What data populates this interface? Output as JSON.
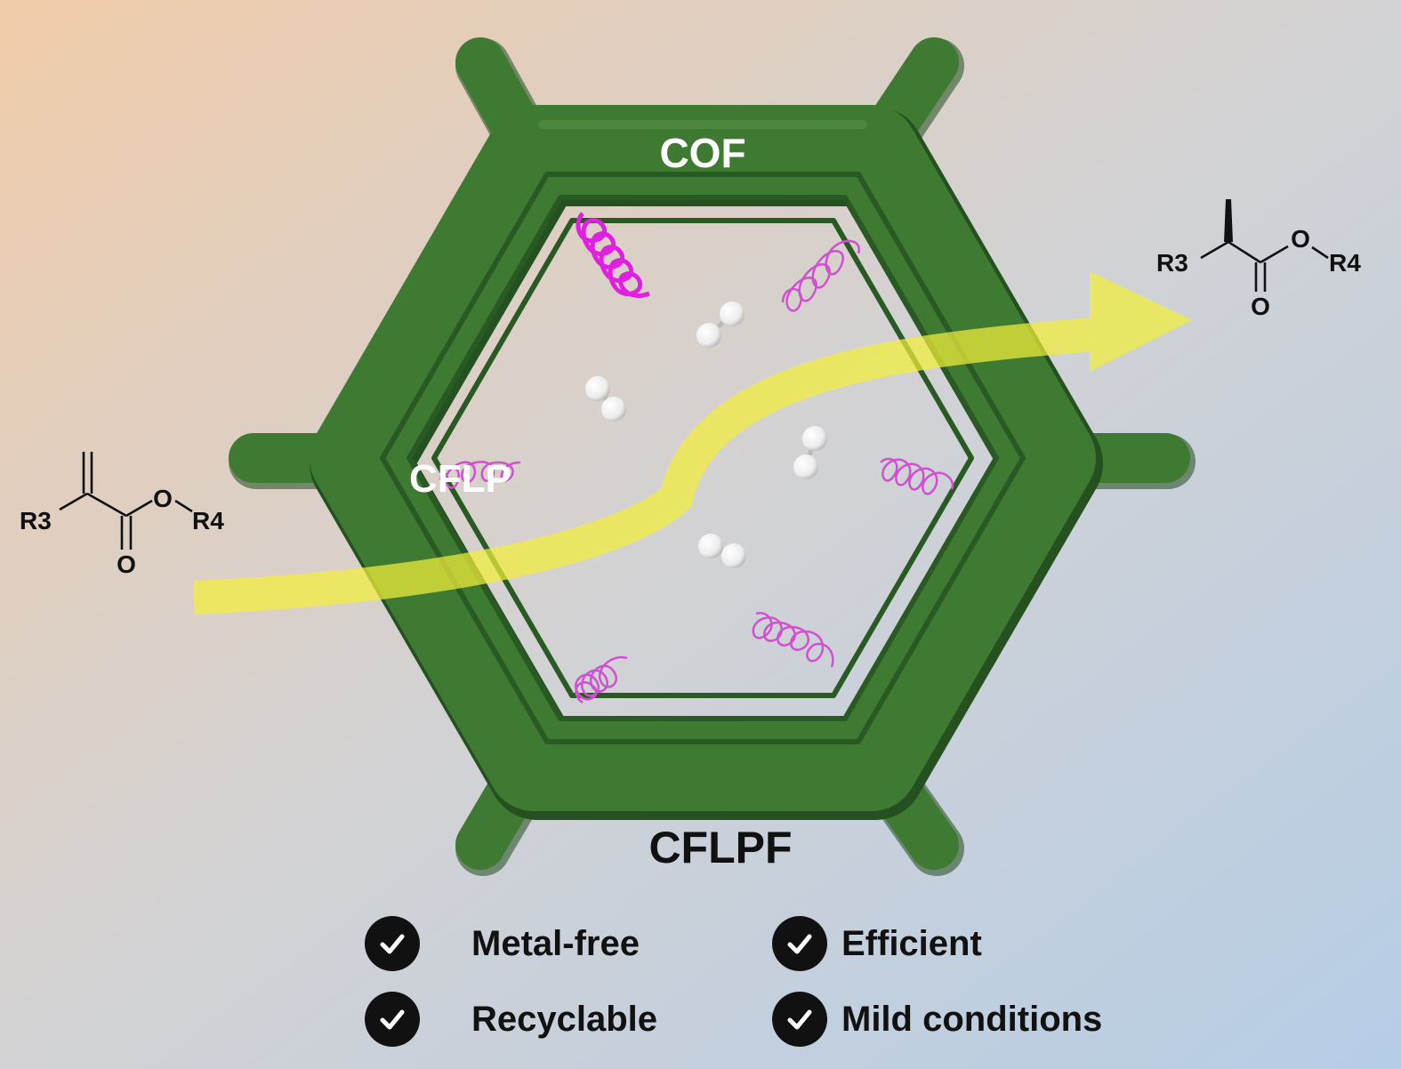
{
  "labels": {
    "cof": "COF",
    "cflp": "CFLP",
    "cflpf": "CFLPF"
  },
  "reactant": {
    "r3": "R3",
    "r4": "R4",
    "o_ester": "O",
    "o_carbonyl": "O"
  },
  "product": {
    "r3": "R3",
    "r4": "R4",
    "o_ester": "O",
    "o_carbonyl": "O"
  },
  "features": [
    {
      "label": "Metal-free"
    },
    {
      "label": "Efficient"
    },
    {
      "label": "Recyclable"
    },
    {
      "label": "Mild conditions"
    }
  ],
  "colors": {
    "framework": "#3f7a32",
    "arrow": "#f2ef3a",
    "helix": "#e020e0",
    "bg_top_left": "#f0cba9",
    "bg_bottom_right": "#b6cde6"
  }
}
